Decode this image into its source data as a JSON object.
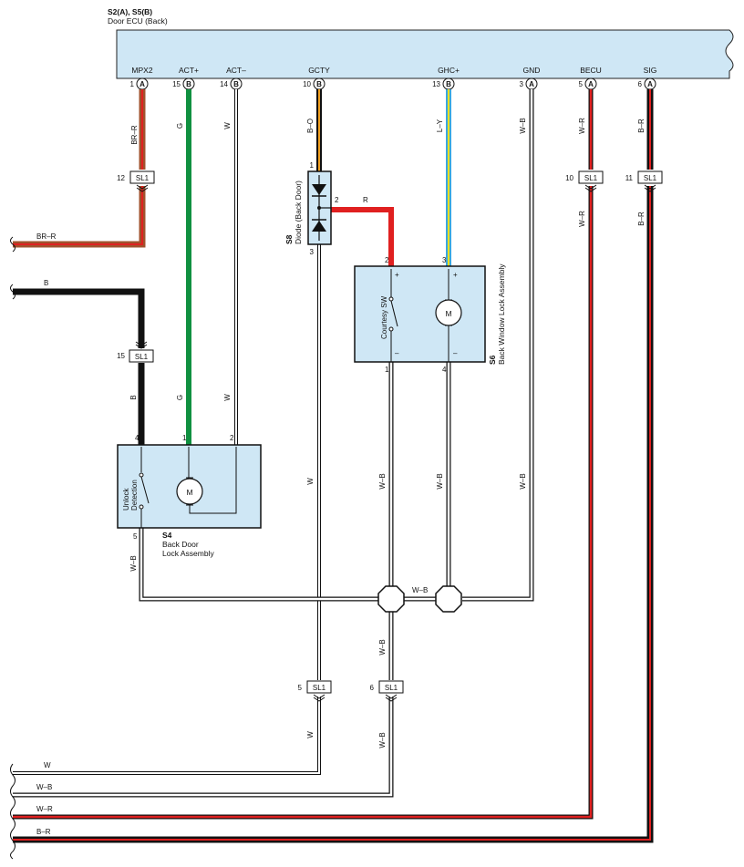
{
  "ecu": {
    "ref": "S2(A), S5(B)",
    "name": "Door ECU (Back)",
    "terminals": [
      {
        "label": "MPX2",
        "pin": "1",
        "conn": "A"
      },
      {
        "label": "ACT+",
        "pin": "15",
        "conn": "B"
      },
      {
        "label": "ACT–",
        "pin": "14",
        "conn": "B"
      },
      {
        "label": "GCTY",
        "pin": "10",
        "conn": "B"
      },
      {
        "label": "GHC+",
        "pin": "13",
        "conn": "B"
      },
      {
        "label": "GND",
        "pin": "3",
        "conn": "A"
      },
      {
        "label": "BECU",
        "pin": "5",
        "conn": "A"
      },
      {
        "label": "SIG",
        "pin": "6",
        "conn": "A"
      }
    ]
  },
  "wire_labels": {
    "mpx2": "BR–R",
    "act_plus": "G",
    "act_minus": "W",
    "gcty": "B–O",
    "ghc_plus": "L–Y",
    "gnd": "W–B",
    "becu": "W–R",
    "sig": "B–R",
    "diode_out": "R",
    "b_line": "B",
    "s4_ground": "W–B",
    "gnd_bus": "W–B",
    "s6_1": "W–B",
    "s6_4": "W–B",
    "diode_3": "W",
    "sl1_5_below": "W",
    "sl1_6_above": "W–B",
    "sl1_6_below": "W–B",
    "left_brr": "BR–R",
    "left_b": "B",
    "bottom_w": "W",
    "bottom_wb": "W–B",
    "bottom_wr": "W–R",
    "bottom_br": "B–R"
  },
  "connectors": {
    "sl1_12": {
      "pin": "12",
      "name": "SL1"
    },
    "sl1_15": {
      "pin": "15",
      "name": "SL1"
    },
    "sl1_10": {
      "pin": "10",
      "name": "SL1"
    },
    "sl1_11": {
      "pin": "11",
      "name": "SL1"
    },
    "sl1_5": {
      "pin": "5",
      "name": "SL1"
    },
    "sl1_6": {
      "pin": "6",
      "name": "SL1"
    }
  },
  "diode": {
    "ref": "S8",
    "name": "Diode (Back Door)",
    "pins": [
      "1",
      "2",
      "3"
    ]
  },
  "s6": {
    "ref": "S6",
    "name": "Back Window Lock Assembly",
    "switch_label": "Courtesy SW",
    "pins": [
      "2",
      "3",
      "1",
      "4"
    ],
    "plus": "+",
    "minus": "–",
    "motor": "M"
  },
  "s4": {
    "ref": "S4",
    "name_line1": "Back Door",
    "name_line2": "Lock Assembly",
    "switch_line1": "Unlock",
    "switch_line2": "Detection",
    "pins": [
      "4",
      "1",
      "2",
      "5"
    ],
    "motor": "M"
  },
  "colors": {
    "ecu_fill": "#cfe7f5",
    "brown": "#a0522d",
    "red": "#e02020",
    "green": "#109040",
    "orange": "#f0a020",
    "blue": "#3aa8e0",
    "yellow": "#f0e020",
    "black": "#111111"
  }
}
